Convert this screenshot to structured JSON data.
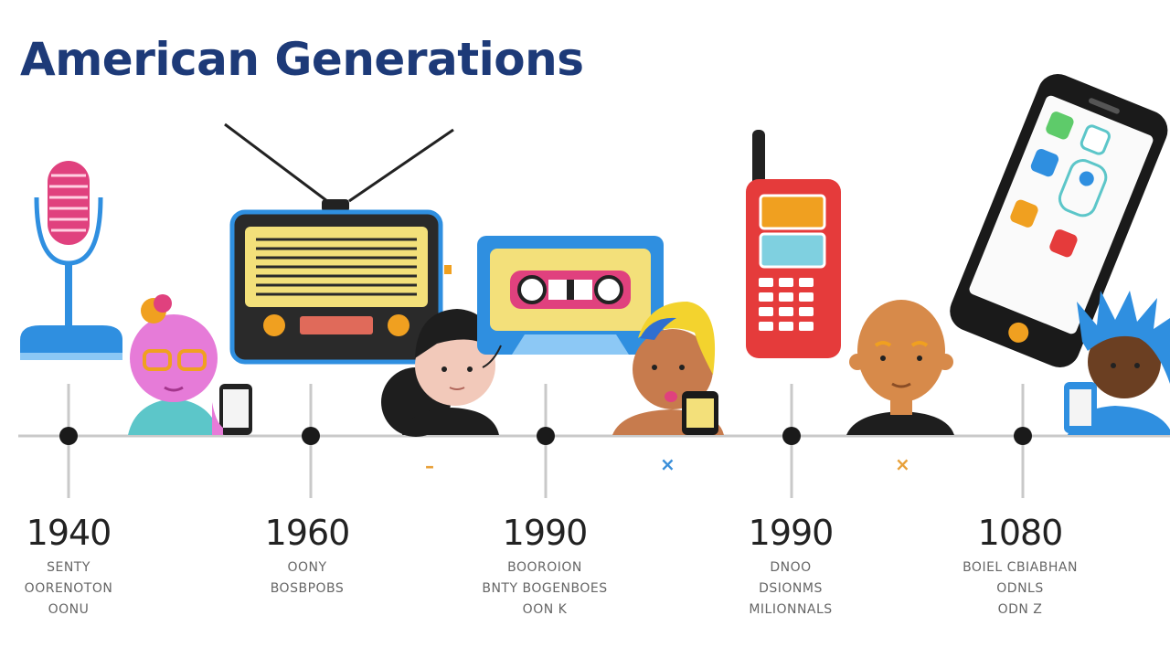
{
  "title": "American Generations",
  "timeline": [
    {
      "year": "1940",
      "lines": [
        "SENTY",
        "OORENOTON",
        "OONU"
      ]
    },
    {
      "year": "1960",
      "lines": [
        "OONY",
        "BOSBPOBS"
      ]
    },
    {
      "year": "1990",
      "lines": [
        "BOOROION",
        "BNTY BOGENBOES",
        "OON K"
      ]
    },
    {
      "year": "1990",
      "lines": [
        "DNOO",
        "DSIONMS",
        "MILIONNALS"
      ]
    },
    {
      "year": "1080",
      "lines": [
        "BOIEL CBIABHAN",
        "ODNLS",
        "ODN Z"
      ]
    }
  ],
  "marks": [
    {
      "glyph": "–",
      "color": "#e8a13a"
    },
    {
      "glyph": "×",
      "color": "#3b8fd9"
    },
    {
      "glyph": "×",
      "color": "#e8a13a"
    }
  ],
  "icons": [
    "microphone-icon",
    "radio-tv-icon",
    "cassette-tape-icon",
    "walkie-talkie-phone-icon",
    "smartphone-icon"
  ],
  "colors": {
    "title": "#1d3a78",
    "line": "#c9c9c9",
    "dot": "#1a1a1a",
    "accent_blue": "#2f8fe0",
    "accent_pink": "#e0417e",
    "accent_yellow": "#f3e07a",
    "accent_red": "#e53b3b"
  }
}
